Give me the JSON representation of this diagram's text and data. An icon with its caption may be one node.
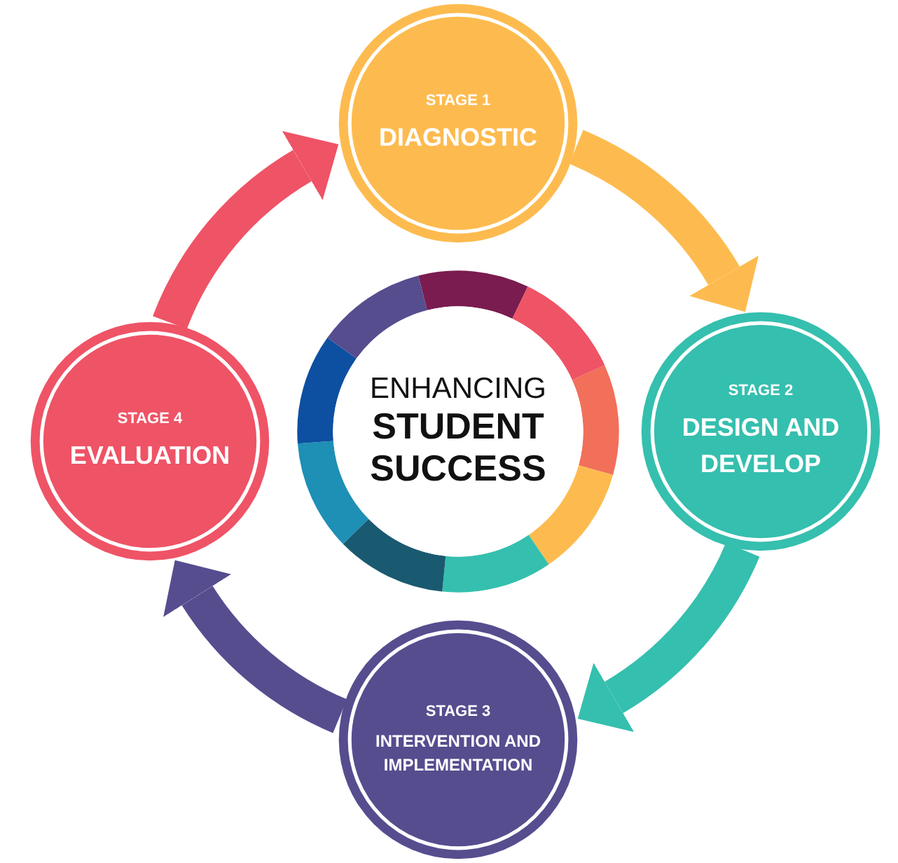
{
  "diagram": {
    "nodes": [
      {
        "text": [
          "ENHANCING",
          "STUDENT SUCCESS"
        ]
      },
      {
        "text": [
          "STAGE 1",
          "DIAGNOSTIC"
        ]
      },
      {
        "text": [
          "STAGE 2",
          "DESIGN AND DEVELOP"
        ]
      },
      {
        "text": [
          "STAGE 3",
          "INTERVENTION AND IMPLEMENTATION"
        ]
      },
      {
        "text": [
          "STAGE 4",
          "EVALUATION"
        ]
      }
    ],
    "edges": [
      {
        "from": 1,
        "to": 2,
        "arrow": "to",
        "color": "#fdbb4f"
      },
      {
        "from": 2,
        "to": 3,
        "arrow": "to",
        "color": "#35bfae"
      },
      {
        "from": 3,
        "to": 4,
        "arrow": "to",
        "color": "#564d8f"
      },
      {
        "from": 4,
        "to": 1,
        "arrow": "to",
        "color": "#ef5366"
      }
    ]
  }
}
